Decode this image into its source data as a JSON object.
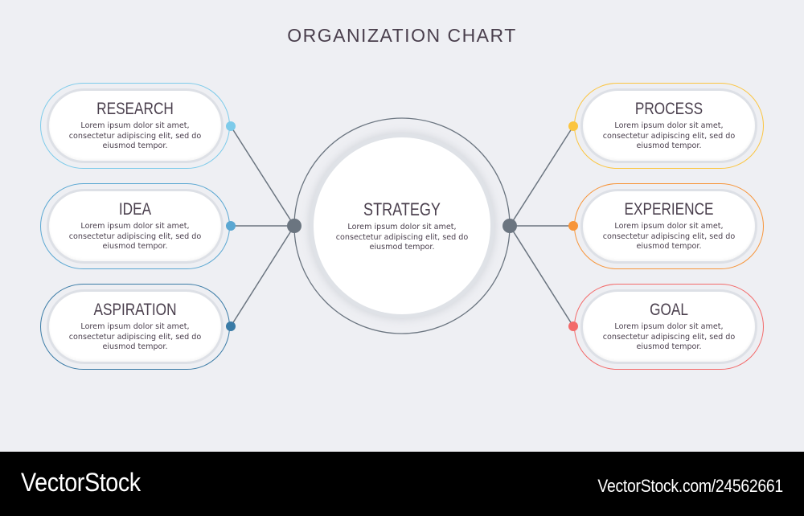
{
  "title": "ORGANIZATION CHART",
  "colors": {
    "background": "#eeeff3",
    "text": "#4a3f4d",
    "connector": "#6b7580",
    "hub": "#6b7580"
  },
  "center": {
    "heading": "STRATEGY",
    "body": "Lorem ipsum dolor sit amet, consectetur adipiscing elit, sed do eiusmod tempor."
  },
  "left_nodes": [
    {
      "heading": "RESEARCH",
      "body": "Lorem ipsum dolor sit amet, consectetur adipiscing elit, sed do eiusmod tempor.",
      "color": "#7dcbea"
    },
    {
      "heading": "IDEA",
      "body": "Lorem ipsum dolor sit amet, consectetur adipiscing elit, sed do eiusmod tempor.",
      "color": "#5aa7d2"
    },
    {
      "heading": "ASPIRATION",
      "body": "Lorem ipsum dolor sit amet, consectetur adipiscing elit, sed do eiusmod tempor.",
      "color": "#3a7ba6"
    }
  ],
  "right_nodes": [
    {
      "heading": "PROCESS",
      "body": "Lorem ipsum dolor sit amet, consectetur adipiscing elit, sed do eiusmod tempor.",
      "color": "#fbc540"
    },
    {
      "heading": "EXPERIENCE",
      "body": "Lorem ipsum dolor sit amet, consectetur adipiscing elit, sed do eiusmod tempor.",
      "color": "#f7953a"
    },
    {
      "heading": "GOAL",
      "body": "Lorem ipsum dolor sit amet, consectetur adipiscing elit, sed do eiusmod tempor.",
      "color": "#f36a6a"
    }
  ],
  "footer": {
    "brand": "VectorStock",
    "url": "VectorStock.com/24562661"
  }
}
